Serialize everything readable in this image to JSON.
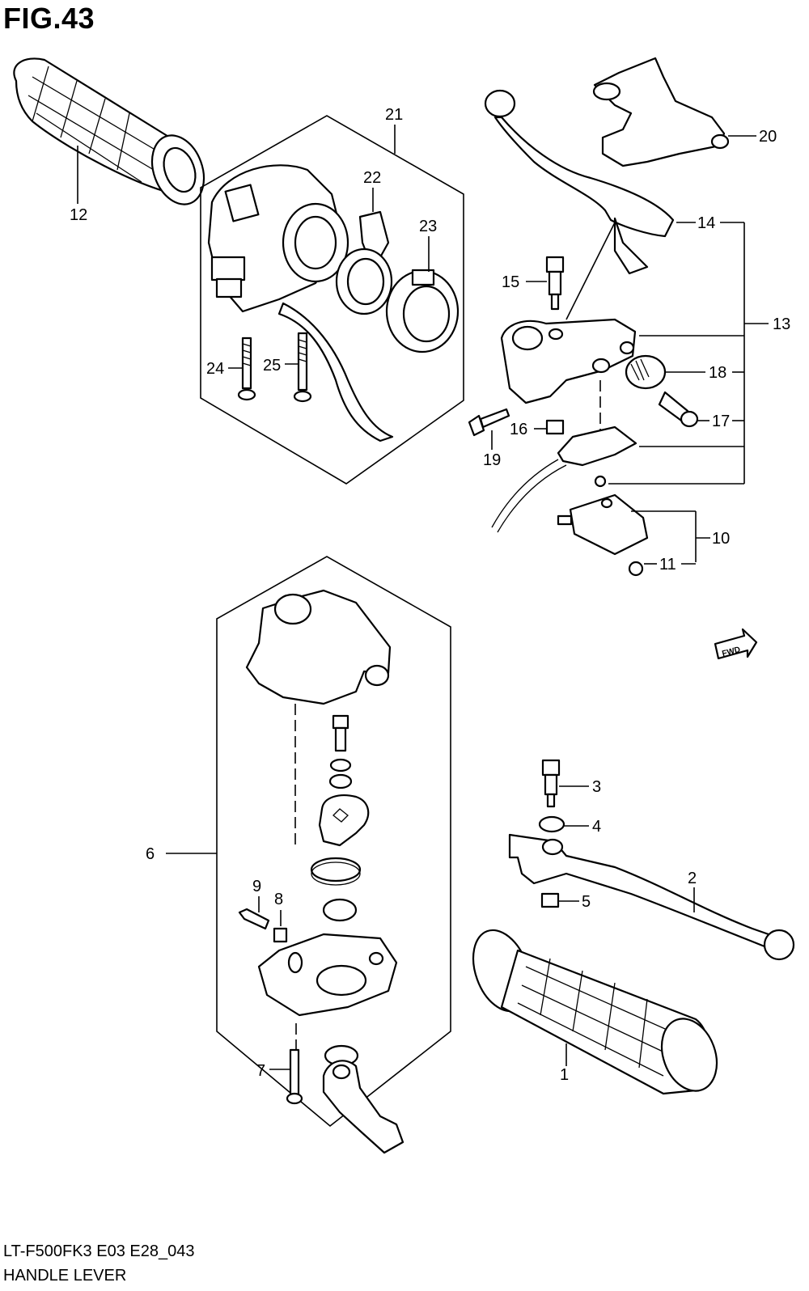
{
  "figure": {
    "title": "FIG.43",
    "model_code": "LT-F500FK3 E03 E28_043",
    "section_name": "HANDLE LEVER",
    "fwd_label": "FWD"
  },
  "callouts": {
    "c1": "1",
    "c2": "2",
    "c3": "3",
    "c4": "4",
    "c5": "5",
    "c6": "6",
    "c7": "7",
    "c8": "8",
    "c9": "9",
    "c10": "10",
    "c11": "11",
    "c12": "12",
    "c13": "13",
    "c14": "14",
    "c15": "15",
    "c16": "16",
    "c17": "17",
    "c18": "18",
    "c19": "19",
    "c20": "20",
    "c21": "21",
    "c22": "22",
    "c23": "23",
    "c24": "24",
    "c25": "25"
  }
}
